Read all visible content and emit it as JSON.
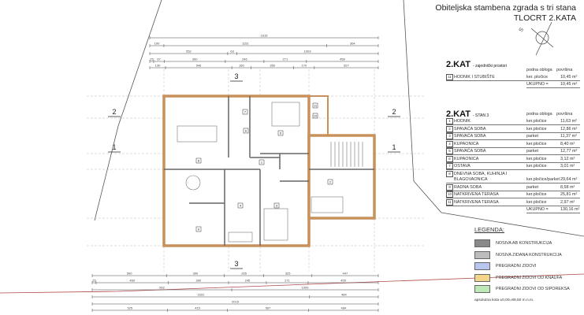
{
  "header": {
    "title": "Obiteljska stambena zgrada s tri stana",
    "subtitle": "TLOCRT 2.KATA",
    "compass_label": "S"
  },
  "common_table": {
    "title": "2.KAT",
    "subtitle": "- zajednički prostori",
    "col_floor": "podna obloga",
    "col_area": "površina",
    "rows": [
      {
        "no": "11",
        "name": "HODNIK I STUBIŠTE",
        "floor": "ker. pločice",
        "area": "10,45 m²"
      }
    ],
    "total_label": "UKUPNO =",
    "total": "10,45 m²"
  },
  "unit_table": {
    "title": "2.KAT",
    "subtitle": "- STAN 3",
    "col_floor": "podna obloga",
    "col_area": "površina",
    "rows": [
      {
        "no": "1",
        "name": "HODNIK",
        "floor": "ker.pločice",
        "area": "11,63 m²"
      },
      {
        "no": "2",
        "name": "SPAVAĆA SOBA",
        "floor": "ker.pločice",
        "area": "12,86 m²"
      },
      {
        "no": "3",
        "name": "SPAVAĆA SOBA",
        "floor": "parket",
        "area": "11,37 m²"
      },
      {
        "no": "4",
        "name": "KUPAONICA",
        "floor": "ker.pločice",
        "area": "8,40 m²"
      },
      {
        "no": "5",
        "name": "SPAVAĆA SOBA",
        "floor": "parket",
        "area": "12,77 m²"
      },
      {
        "no": "6",
        "name": "KUPAONICA",
        "floor": "ker.pločice",
        "area": "3,12 m²"
      },
      {
        "no": "7",
        "name": "OSTAVA",
        "floor": "ker.pločice",
        "area": "3,01 m²"
      },
      {
        "no": "8",
        "name": "DNEVNA SOBA, KUHINJA I BLAGOVAONICA",
        "floor": "ker.pločice/parket",
        "area": "29,64 m²"
      },
      {
        "no": "9",
        "name": "RADNA SOBA",
        "floor": "parket",
        "area": "8,58 m²"
      },
      {
        "no": "10",
        "name": "NATKRIVENA TERASA",
        "floor": "ker.pločice",
        "area": "25,81 m²"
      },
      {
        "no": "11",
        "name": "NATKRIVENA TERASA",
        "floor": "ker.pločice",
        "area": "2,97 m²"
      }
    ],
    "total_label": "UKUPNO =",
    "total": "130,16 m²"
  },
  "legend": {
    "title": "LEGENDA:",
    "items": [
      {
        "label": "NOSIVA AB KONSTRUKCIJA",
        "color": "#8a8a8a"
      },
      {
        "label": "NOSIVA ZIDANA KONSTRUKCIJA",
        "color": "#bdbdbd"
      },
      {
        "label": "PREGRADNI ZIDOVI",
        "color": "#b7c7ee"
      },
      {
        "label": "PREGRADNI ZIDOVI OD KNAUFA",
        "color": "#f5d58a"
      },
      {
        "label": "PREGRADNI ZIDOVI OD SIPOREKSA",
        "color": "#bfe8b8"
      }
    ],
    "note": "apsolutna kota ±0,00=89,50 m.n.m."
  },
  "plan": {
    "wall_color": "#c8905a",
    "section_marks": [
      "1",
      "2",
      "3"
    ],
    "top_dims": [
      [
        "1615"
      ],
      [
        "100",
        "1151",
        "364"
      ],
      [
        "552",
        "63",
        "1003"
      ],
      [
        "25",
        "67",
        "390",
        "246",
        "271",
        "458"
      ],
      [
        "130",
        "546",
        "160",
        "350",
        "170",
        "527"
      ]
    ],
    "bottom_dims": [
      [
        "500",
        "390",
        "265",
        "325",
        "447"
      ],
      [
        "25",
        "469",
        "390",
        "245",
        "271",
        "455"
      ],
      [
        "952",
        "1000"
      ],
      [
        "1531",
        "484"
      ],
      [
        "2015"
      ],
      [
        "525",
        "415",
        "567",
        "484"
      ]
    ]
  }
}
